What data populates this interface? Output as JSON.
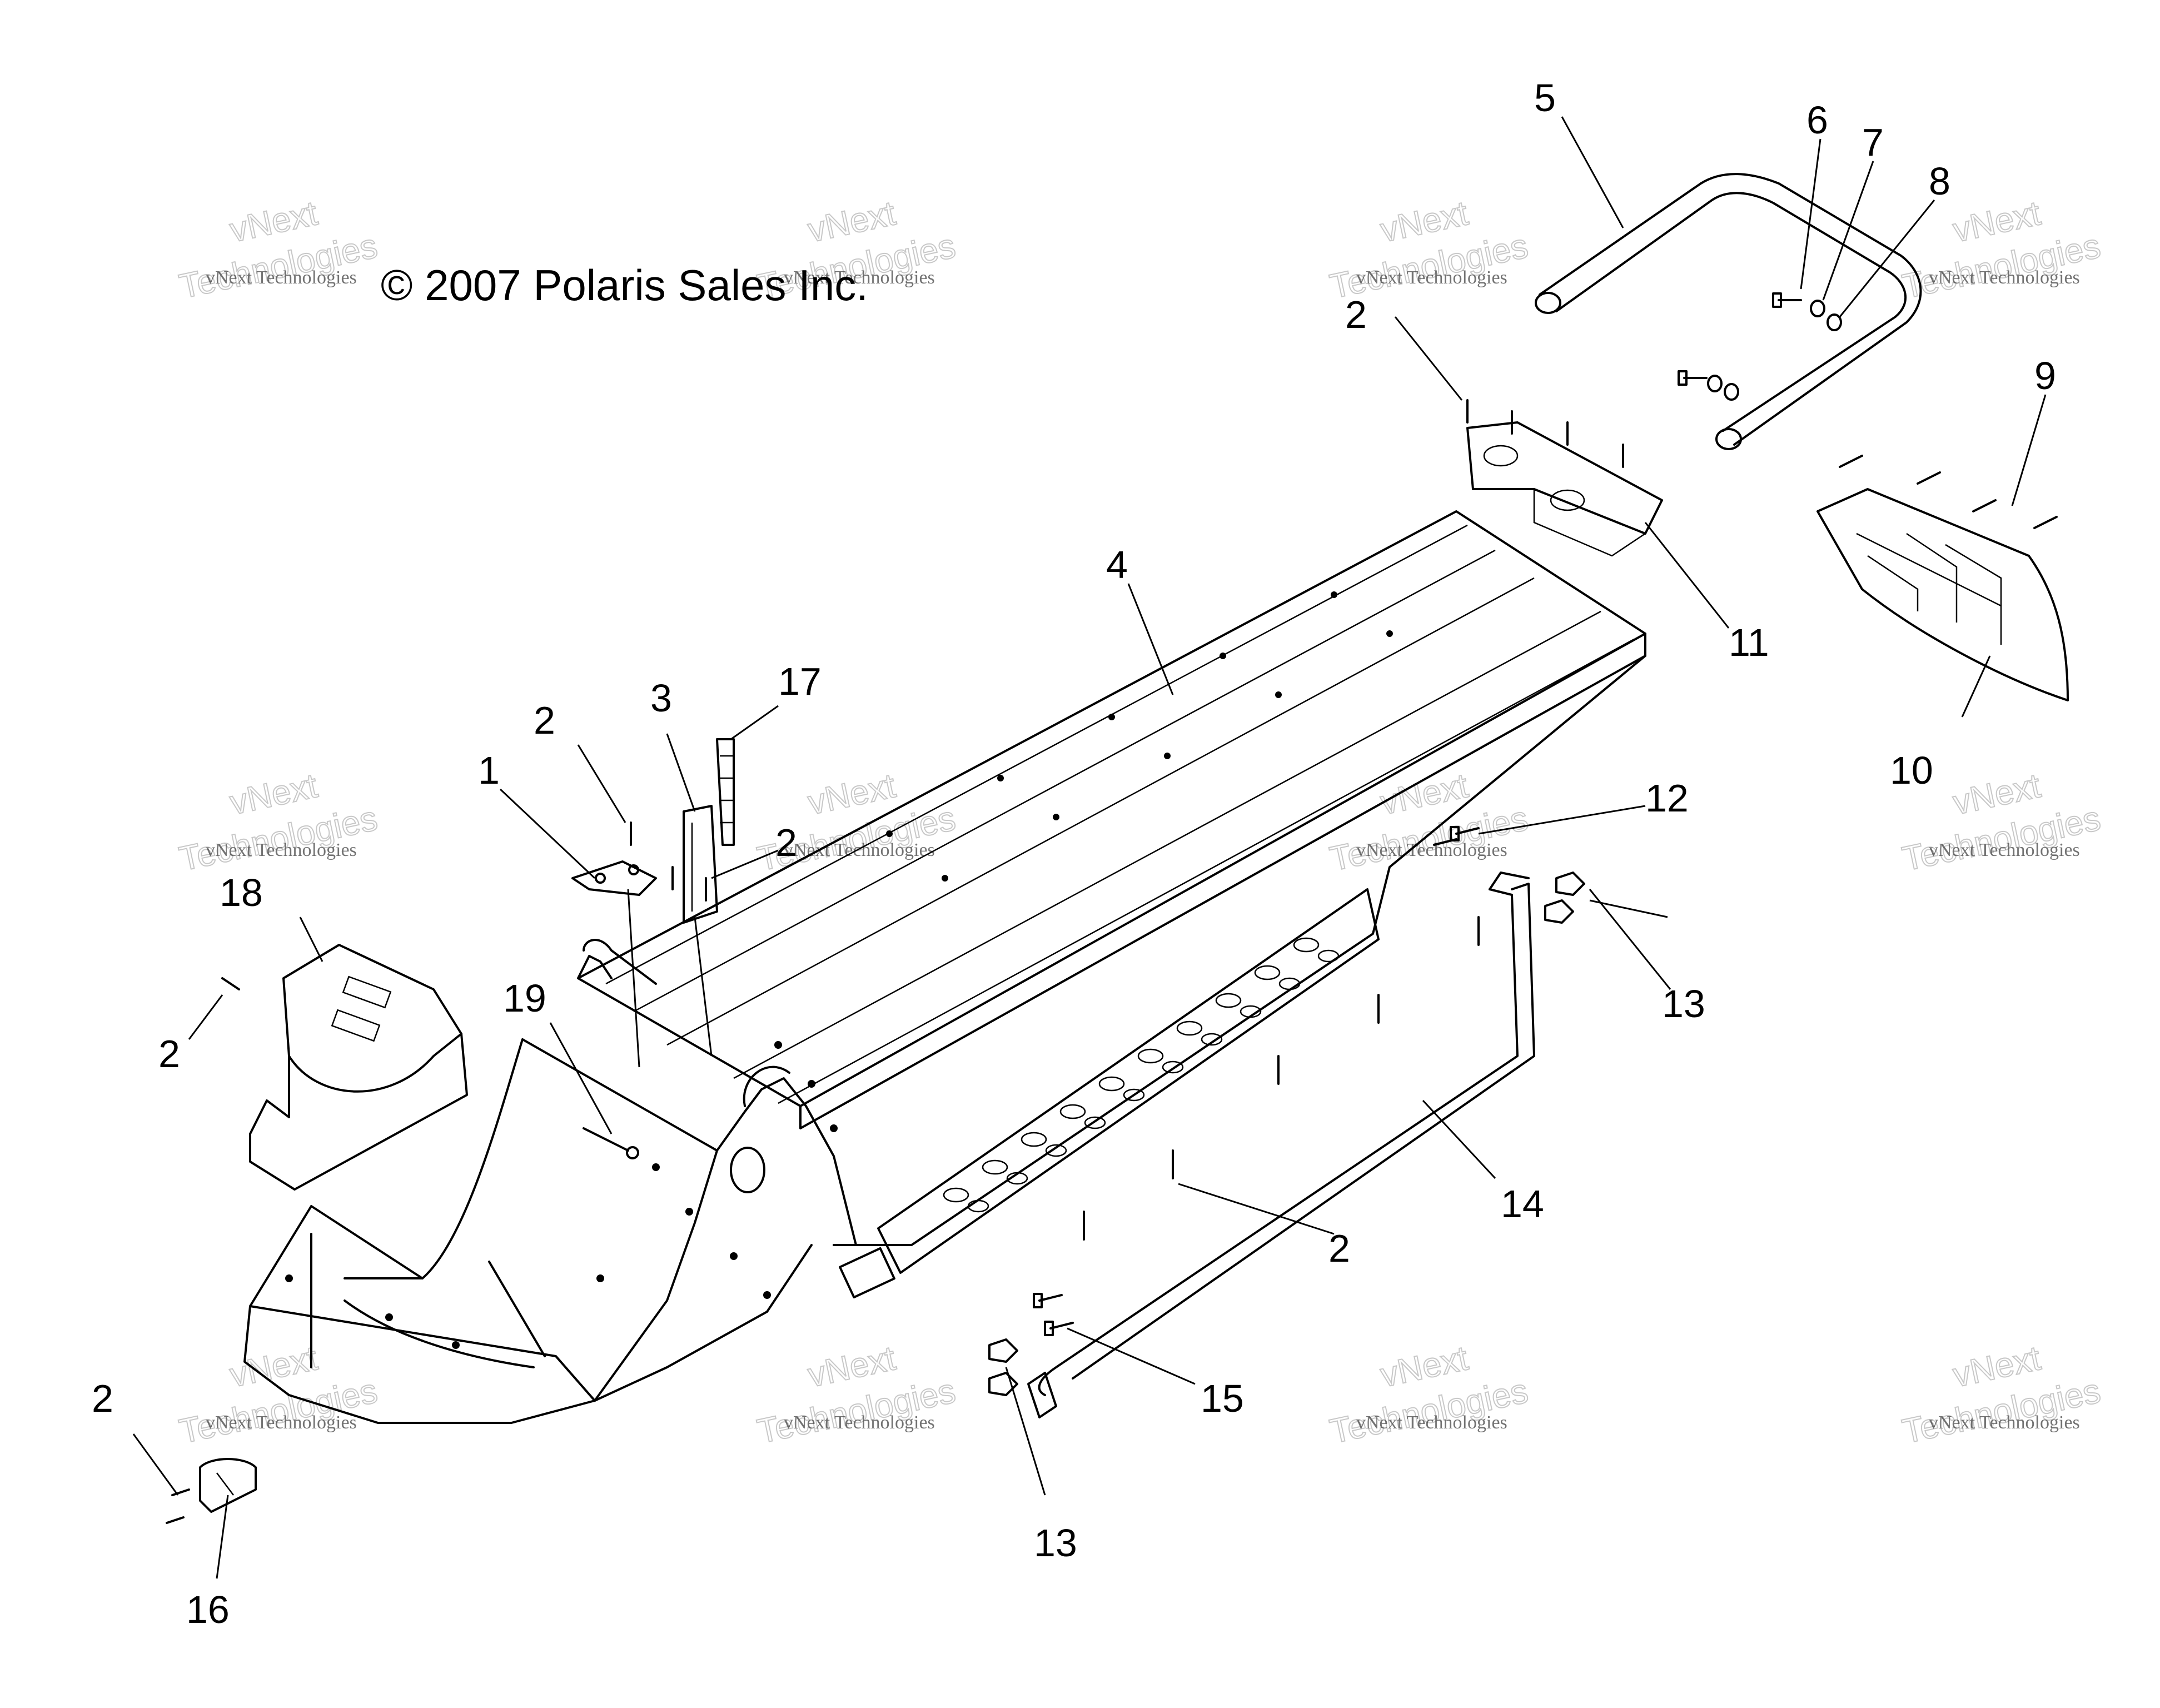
{
  "copyright": "© 2007 Polaris Sales Inc.",
  "watermark": {
    "line1": "vNext Technologies",
    "line2_big": "vNext",
    "line3_big": "Technologies"
  },
  "callouts": [
    {
      "id": "c1",
      "label": "1"
    },
    {
      "id": "c2a",
      "label": "2"
    },
    {
      "id": "c2b",
      "label": "2"
    },
    {
      "id": "c2c",
      "label": "2"
    },
    {
      "id": "c2d",
      "label": "2"
    },
    {
      "id": "c2e",
      "label": "2"
    },
    {
      "id": "c2f",
      "label": "2"
    },
    {
      "id": "c3",
      "label": "3"
    },
    {
      "id": "c4",
      "label": "4"
    },
    {
      "id": "c5",
      "label": "5"
    },
    {
      "id": "c6",
      "label": "6"
    },
    {
      "id": "c7",
      "label": "7"
    },
    {
      "id": "c8",
      "label": "8"
    },
    {
      "id": "c9",
      "label": "9"
    },
    {
      "id": "c10",
      "label": "10"
    },
    {
      "id": "c11",
      "label": "11"
    },
    {
      "id": "c12",
      "label": "12"
    },
    {
      "id": "c13a",
      "label": "13"
    },
    {
      "id": "c13b",
      "label": "13"
    },
    {
      "id": "c14",
      "label": "14"
    },
    {
      "id": "c15",
      "label": "15"
    },
    {
      "id": "c16",
      "label": "16"
    },
    {
      "id": "c17",
      "label": "17"
    },
    {
      "id": "c18",
      "label": "18"
    },
    {
      "id": "c19",
      "label": "19"
    }
  ]
}
